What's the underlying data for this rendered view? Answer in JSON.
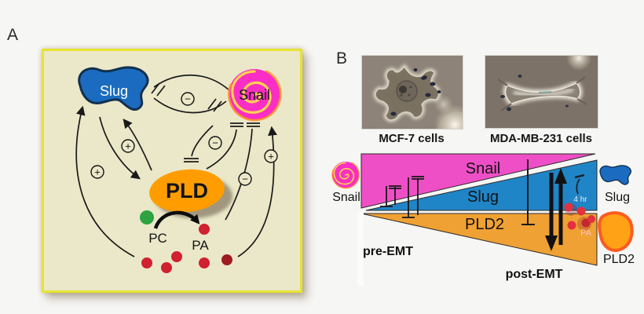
{
  "panel_a": {
    "label": "A",
    "nodes": {
      "slug": "Slug",
      "snail": "Snail",
      "pld": "PLD",
      "pc": "PC",
      "pa": "PA"
    },
    "signs": {
      "slug_snail": "−",
      "slug_pld": "+",
      "pa_slug": "+",
      "snail_pld": "−",
      "pld_snail": "−",
      "pa_snail": "+"
    },
    "colors": {
      "box_bg": "#ebe8c9",
      "box_border": "#e7e431",
      "slug_blue": "#1b6cc0",
      "snail_pink": "#fa2ec4",
      "pld_orange": "#ff9d00",
      "pa_red": "#d1202f",
      "pc_green": "#2ea341"
    }
  },
  "panel_b": {
    "label": "B",
    "micrographs": [
      {
        "caption": "MCF-7 cells"
      },
      {
        "caption": "MDA-MB-231 cells"
      }
    ],
    "gradient_labels": {
      "snail": "Snail",
      "slug": "Slug",
      "pld2": "PLD2"
    },
    "stage_labels": {
      "pre": "pre-EMT",
      "post": "post-EMT"
    },
    "legend": {
      "snail": "Snail",
      "slug": "Slug",
      "pld2": "PLD2"
    },
    "annotations": {
      "time": "4 hr",
      "pa": "PA"
    },
    "colors": {
      "snail_pink": "#ef4fc6",
      "slug_blue": "#2085c7",
      "pld2_orange": "#f0a133"
    }
  }
}
